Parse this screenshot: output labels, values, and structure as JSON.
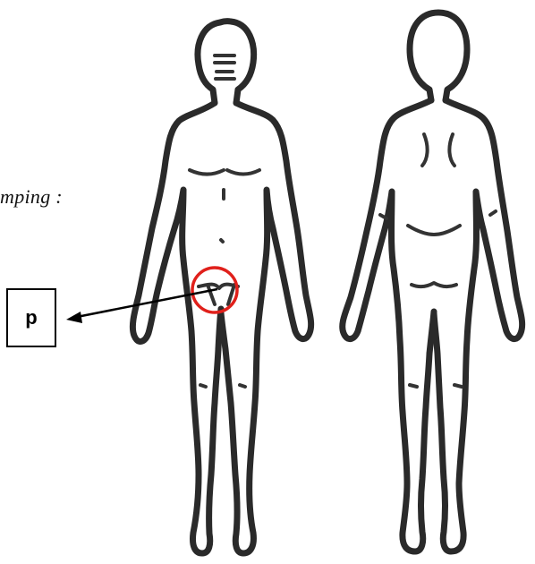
{
  "caption": "mping :",
  "marker_label": "p",
  "colors": {
    "outline": "#2a2a2a",
    "marker_circle": "#e0201b",
    "arrow": "#000000"
  },
  "figures": [
    {
      "view": "front"
    },
    {
      "view": "back"
    }
  ]
}
